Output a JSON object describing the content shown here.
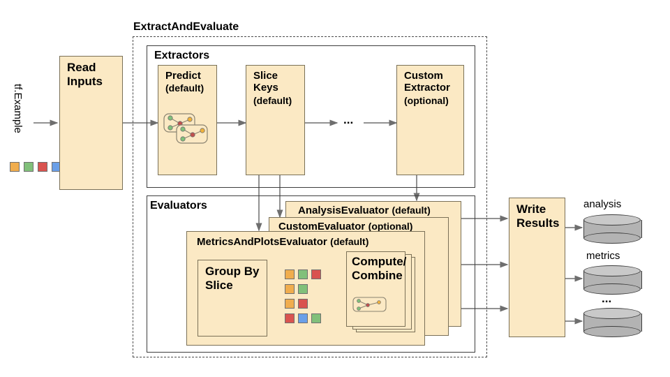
{
  "diagram": {
    "input_label": "tf.Example",
    "read_inputs": "Read Inputs",
    "outer_group_title": "ExtractAndEvaluate",
    "extractors_title": "Extractors",
    "evaluators_title": "Evaluators",
    "ellipsis": "...",
    "extractors": [
      {
        "name": "Predict",
        "qualifier": "(default)"
      },
      {
        "name": "Slice Keys",
        "qualifier": "(default)"
      },
      {
        "name": "Custom Extractor",
        "qualifier": "(optional)"
      }
    ],
    "evaluators": [
      {
        "name": "AnalysisEvaluator",
        "qualifier": "(default)"
      },
      {
        "name": "CustomEvaluator",
        "qualifier": "(optional)"
      },
      {
        "name": "MetricsAndPlotsEvaluator",
        "qualifier": "(default)"
      }
    ],
    "group_by_slice": "Group By Slice",
    "compute_combine": "Compute/ Combine",
    "write_results": "Write Results",
    "outputs": [
      {
        "label": "analysis"
      },
      {
        "label": "metrics"
      },
      {
        "label": "..."
      }
    ]
  },
  "colors": {
    "box_fill": "#fbe9c4",
    "box_stroke": "#7a7057",
    "group_stroke": "#3d3d3d",
    "arrow": "#6e6e6e",
    "chip_orange": "#f0ad4e",
    "chip_green": "#81c07a",
    "chip_red": "#d9534f",
    "chip_blue": "#6a9fe8",
    "cylinder": "#b3b3b3"
  },
  "chips": {
    "input_row": [
      "chip_orange",
      "chip_green",
      "chip_red",
      "chip_blue"
    ],
    "slice_rows": [
      [
        "chip_orange",
        "chip_green",
        "chip_red"
      ],
      [
        "chip_orange",
        "chip_green"
      ],
      [
        "chip_orange",
        "chip_red"
      ],
      [
        "chip_red",
        "chip_blue",
        "chip_green"
      ]
    ]
  }
}
